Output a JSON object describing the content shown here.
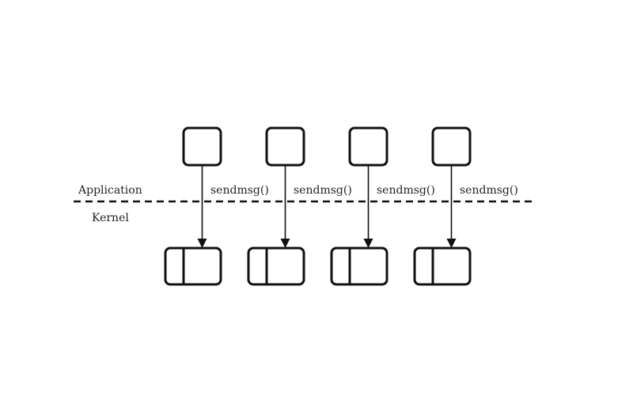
{
  "zones": {
    "application": "Application",
    "kernel": "Kernel"
  },
  "calls": [
    {
      "label": "sendmsg()"
    },
    {
      "label": "sendmsg()"
    },
    {
      "label": "sendmsg()"
    },
    {
      "label": "sendmsg()"
    }
  ],
  "colors": {
    "stroke": "#111111",
    "text": "#222222",
    "background": "#ffffff"
  }
}
